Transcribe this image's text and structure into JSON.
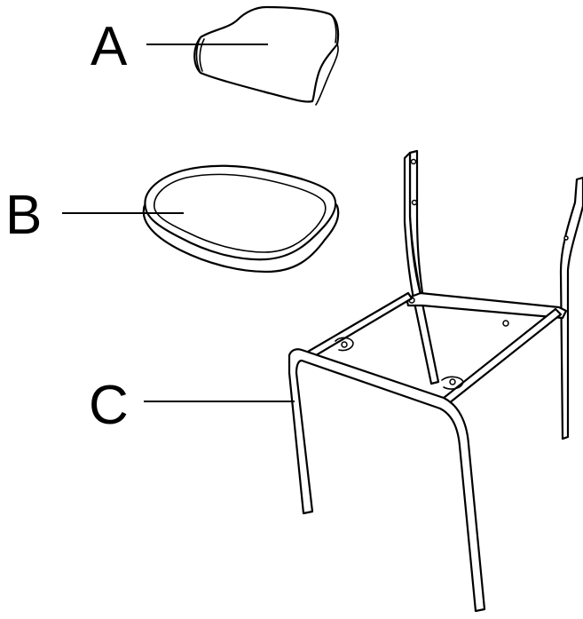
{
  "parts": [
    {
      "id": "A",
      "label": "A"
    },
    {
      "id": "B",
      "label": "B"
    },
    {
      "id": "C",
      "label": "C"
    }
  ]
}
